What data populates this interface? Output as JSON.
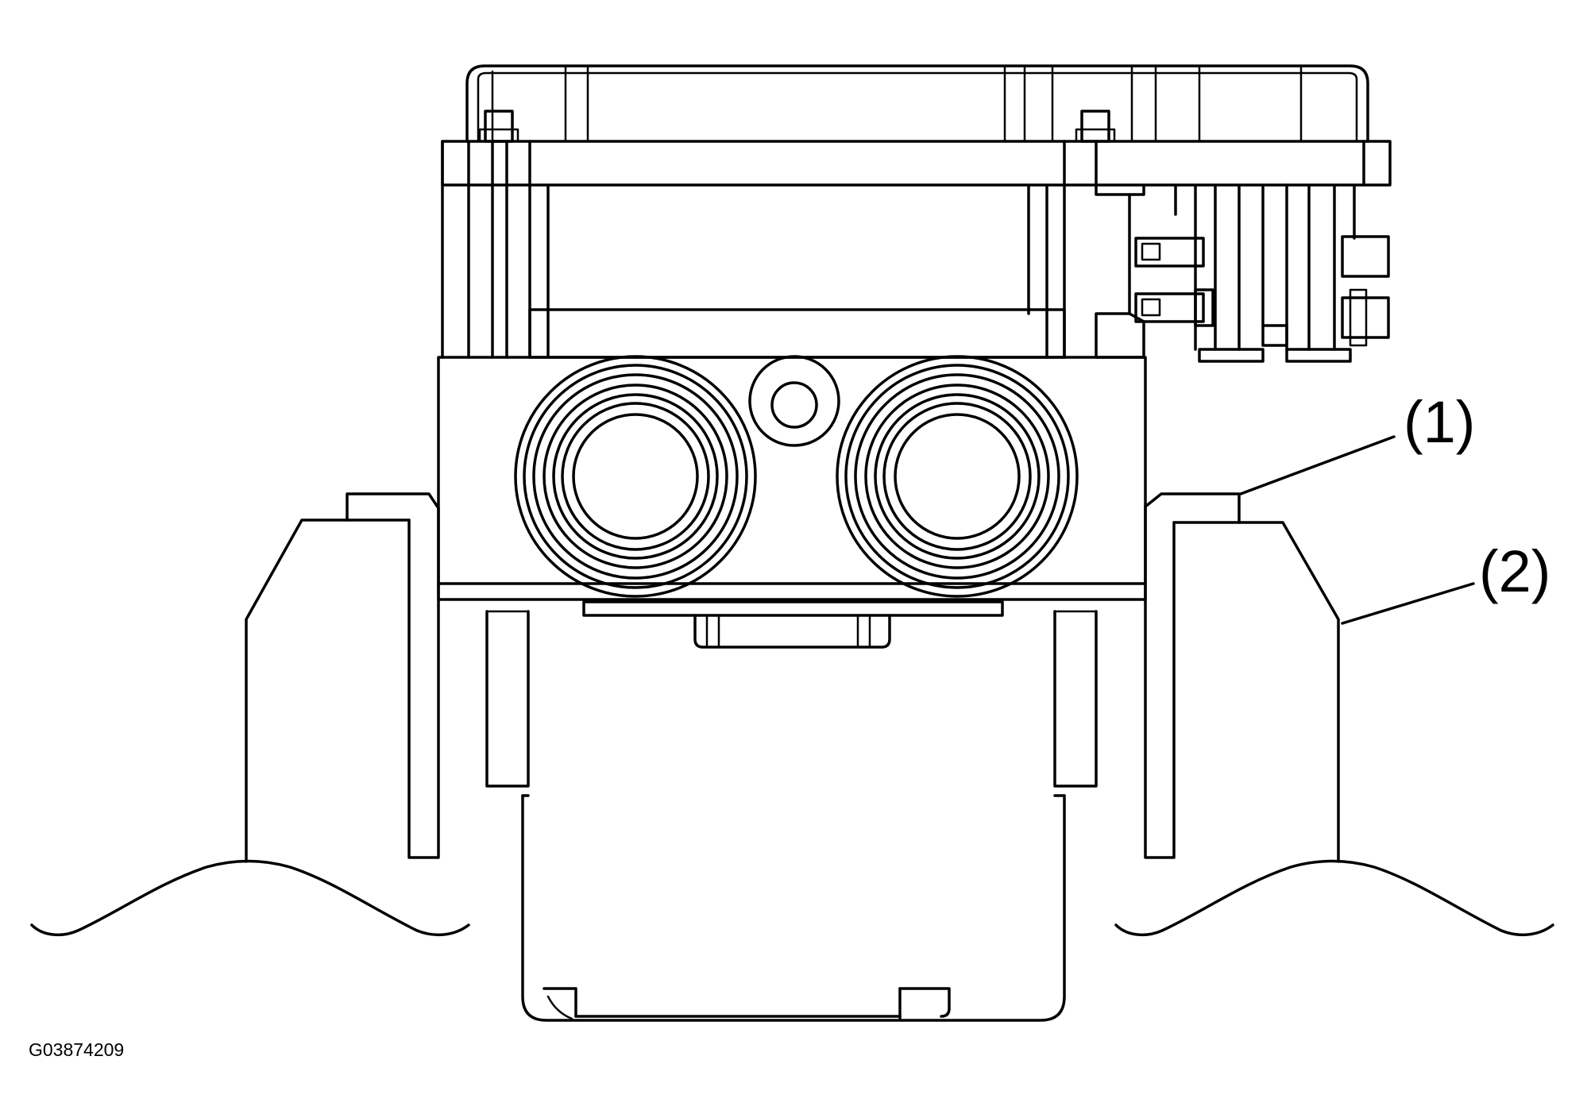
{
  "figure": {
    "id": "G03874209",
    "callouts": [
      {
        "label": "(1)"
      },
      {
        "label": "(2)"
      }
    ]
  }
}
